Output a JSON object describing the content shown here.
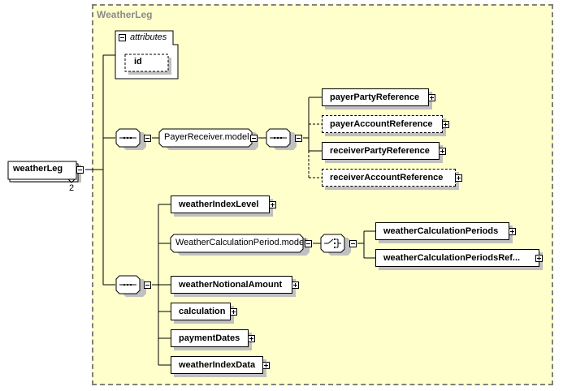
{
  "container": {
    "title": "WeatherLeg"
  },
  "attributes": {
    "label": "attributes",
    "items": [
      {
        "name": "id",
        "optional": true
      }
    ]
  },
  "root": {
    "name": "weatherLeg",
    "cardinality": "2"
  },
  "sequence1": {
    "icon": "sequence-icon"
  },
  "group1": {
    "name": "PayerReceiver.model"
  },
  "sequence2": {
    "icon": "sequence-icon"
  },
  "group1_children": [
    {
      "name": "payerPartyReference",
      "optional": false
    },
    {
      "name": "payerAccountReference",
      "optional": true
    },
    {
      "name": "receiverPartyReference",
      "optional": false
    },
    {
      "name": "receiverAccountReference",
      "optional": true
    }
  ],
  "sequence3": {
    "icon": "sequence-icon"
  },
  "main_children": [
    {
      "name": "weatherIndexLevel"
    },
    {
      "name": "WeatherCalculationPeriod.model"
    },
    {
      "name": "weatherNotionalAmount"
    },
    {
      "name": "calculation"
    },
    {
      "name": "paymentDates"
    },
    {
      "name": "weatherIndexData"
    }
  ],
  "choice1": {
    "icon": "choice-icon"
  },
  "choice_children": [
    {
      "name": "weatherCalculationPeriods"
    },
    {
      "name": "weatherCalculationPeriodsRef..."
    }
  ]
}
